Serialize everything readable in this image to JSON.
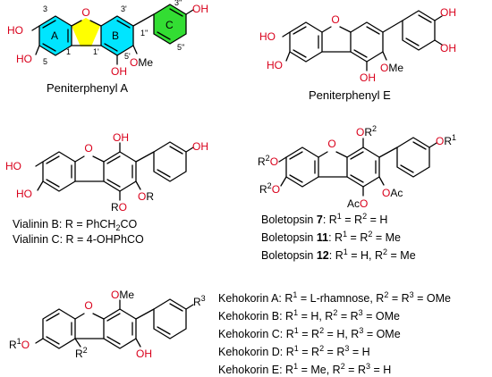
{
  "atoms": {
    "hydroxyl": "OH",
    "hydroxyl_rev": "HO",
    "oxygen": "O",
    "methoxy": "OMe",
    "acetoxy": "OAc",
    "acetyl_o": "Ac",
    "r_group": "R",
    "r_super_1": "1",
    "r_super_2": "2",
    "r_super_3": "3"
  },
  "labels": {
    "ring_a": "A",
    "ring_b": "B",
    "ring_c": "C",
    "pos_3": "3",
    "pos_5": "5",
    "pos_1": "1",
    "pos_1p": "1'",
    "pos_3p": "3'",
    "pos_5p": "5'",
    "pos_1pp": "1''",
    "pos_3pp": "3''",
    "pos_5pp": "5''"
  },
  "compounds": {
    "peniterphenyl_a": "Peniterphenyl A",
    "peniterphenyl_e": "Peniterphenyl E",
    "vialinin_b": "Vialinin B: R = PhCH",
    "vialinin_b_sub": "2",
    "vialinin_b_tail": "CO",
    "vialinin_c": "Vialinin C: R = 4-OHPhCO",
    "boletopsin_7_pre": "Boletopsin ",
    "boletopsin_7_num": "7",
    "boletopsin_7_post": ": R",
    "boletopsin_7_mid": " = R",
    "boletopsin_7_end": " = H",
    "boletopsin_11_num": "11",
    "boletopsin_11_end": " = Me",
    "boletopsin_12_num": "12",
    "boletopsin_12_mid": " = H, R",
    "boletopsin_12_end": " = Me",
    "kehokorin_a": "Kehokorin A: R",
    "kehokorin_a_v1": " = L-rhamnose, R",
    "kehokorin_a_v2": " = R",
    "kehokorin_a_v3": " = OMe",
    "kehokorin_b": "Kehokorin B: R",
    "kehokorin_b_v1": " = H, R",
    "kehokorin_c": "Kehokorin C:  R",
    "kehokorin_c_v1": " = R",
    "kehokorin_c_v2": " = H,  R",
    "kehokorin_d": "Kehokorin D: R",
    "kehokorin_d_v": " = H",
    "kehokorin_e": "Kehokorin E: R",
    "kehokorin_e_v1": " = Me, R"
  },
  "colors": {
    "oxygen": "#d9001b",
    "ring_a": "#00e5ff",
    "ring_b": "#00e5ff",
    "ring_c": "#33dd33",
    "furan": "#ffff00",
    "bond": "#000000"
  }
}
